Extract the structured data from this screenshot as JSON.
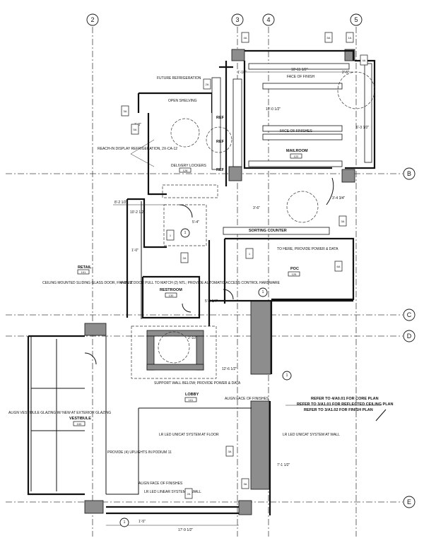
{
  "grid": {
    "columns": [
      "2",
      "3",
      "4",
      "5"
    ],
    "rows": [
      "B",
      "C",
      "D",
      "E"
    ]
  },
  "rooms": {
    "mailroom": {
      "name": "MAILROOM",
      "number": "122"
    },
    "restroom": {
      "name": "RESTROOM",
      "number": "130"
    },
    "poc": {
      "name": "POC",
      "number": "125"
    },
    "lobby": {
      "name": "LOBBY",
      "number": "101"
    },
    "vestibule": {
      "name": "VESTIBULE",
      "number": "100"
    },
    "retail": {
      "name": "RETAIL",
      "number": "101"
    },
    "sorting_counter": {
      "name": "SORTING COUNTER"
    },
    "open_shelving": {
      "name": "OPEN SHELVING"
    },
    "refrigeration_top": {
      "name": "FUTURE REFRIGERATION"
    },
    "delivery_lockers": {
      "name": "DELIVERY LOCKERS",
      "number": "128"
    }
  },
  "notes": {
    "future_refrigeration": "FUTURE REFRIGERATION",
    "reach_in": "REACH-IN DISPLAY REFRIGERATION, 2X-CA-12",
    "ceiling_sliding": "CEILING MOUNTED SLIDING GLASS DOOR, FRAME & DOOR PULL TO MATCH (2) NTL; PROVIDE AUTOMATIC ACCESS CONTROL HARDWARE",
    "align_vestibule": "ALIGN VESTIBULE GLAZING W/ NEW AT EXTERIOR GLAZING",
    "support_wall": "SUPPORT WALL BELOW; PROVIDE POWER & DATA",
    "to_here": "TO HERE, PROVIDE POWER & DATA",
    "core_plan": "REFER TO 4/A0.01 FOR CORE PLAN",
    "rcp": "REFER TO 3/A1.01 FOR REFLECTED CEILING PLAN",
    "finish_plan": "REFER TO 3/A1.02 FOR FINISH PLAN",
    "led_right": "LR LED UNICAT SYSTEM AT WALL",
    "led_floor": "LR LED UNICAT SYSTEM AT FLOOR",
    "led_bottom": "LR LED LINEAR SYSTEM AT WALL",
    "uplights": "PROVIDE (4) UPLIGHTS IN PODIUM 11",
    "align_finishes": "ALIGN FACE OF FINISHES",
    "align_finishes_2": "ALIGN FACE OF FINISHES",
    "face_of_finish": "FACE OF FINISH",
    "face_of_finishes": "FACE OF FINISHES",
    "ref1": "REF",
    "ref2": "REF",
    "ref3": "REF"
  },
  "dimensions": {
    "d1": "1'-10\"",
    "d2": "10'-11 1/2\"",
    "d3": "2'-5\"",
    "d4": "1'-0\"",
    "d5": "6'-3 1/2\"",
    "d6": "3'-4 3/4\"",
    "d7": "10'-2 1/2\"",
    "d8": "1'-0\"",
    "d9": "8'-2 1/2\"",
    "d10": "4'-2 1/2\"",
    "d11": "17'-9 1/2\"",
    "d12": "5'-4\"",
    "d13": "3'-6\"",
    "d14": "2'-10\"",
    "d15": "5'-3 1/4\"",
    "d16": "12'-6 1/2\"",
    "d17": "7'-1 1/2\"",
    "d18": "10'-0 1/2\"",
    "d19": "1'-5\""
  },
  "tags": {
    "t1": "4A",
    "t2": "5A",
    "t3": "1A",
    "t4": "4A",
    "t5": "3A",
    "t6": "5A",
    "t7": "2A",
    "t8": "3A",
    "t9": "1",
    "t10": "6A",
    "t11": "2A",
    "t12": "1",
    "t13": "3A",
    "t14": "2A",
    "t15": "3A"
  },
  "callouts": {
    "c1": "1",
    "c2": "1",
    "c3": "1",
    "c4": "1"
  },
  "colors": {
    "line": "#111111",
    "hatch": "#8d8d8d",
    "background": "#ffffff"
  }
}
